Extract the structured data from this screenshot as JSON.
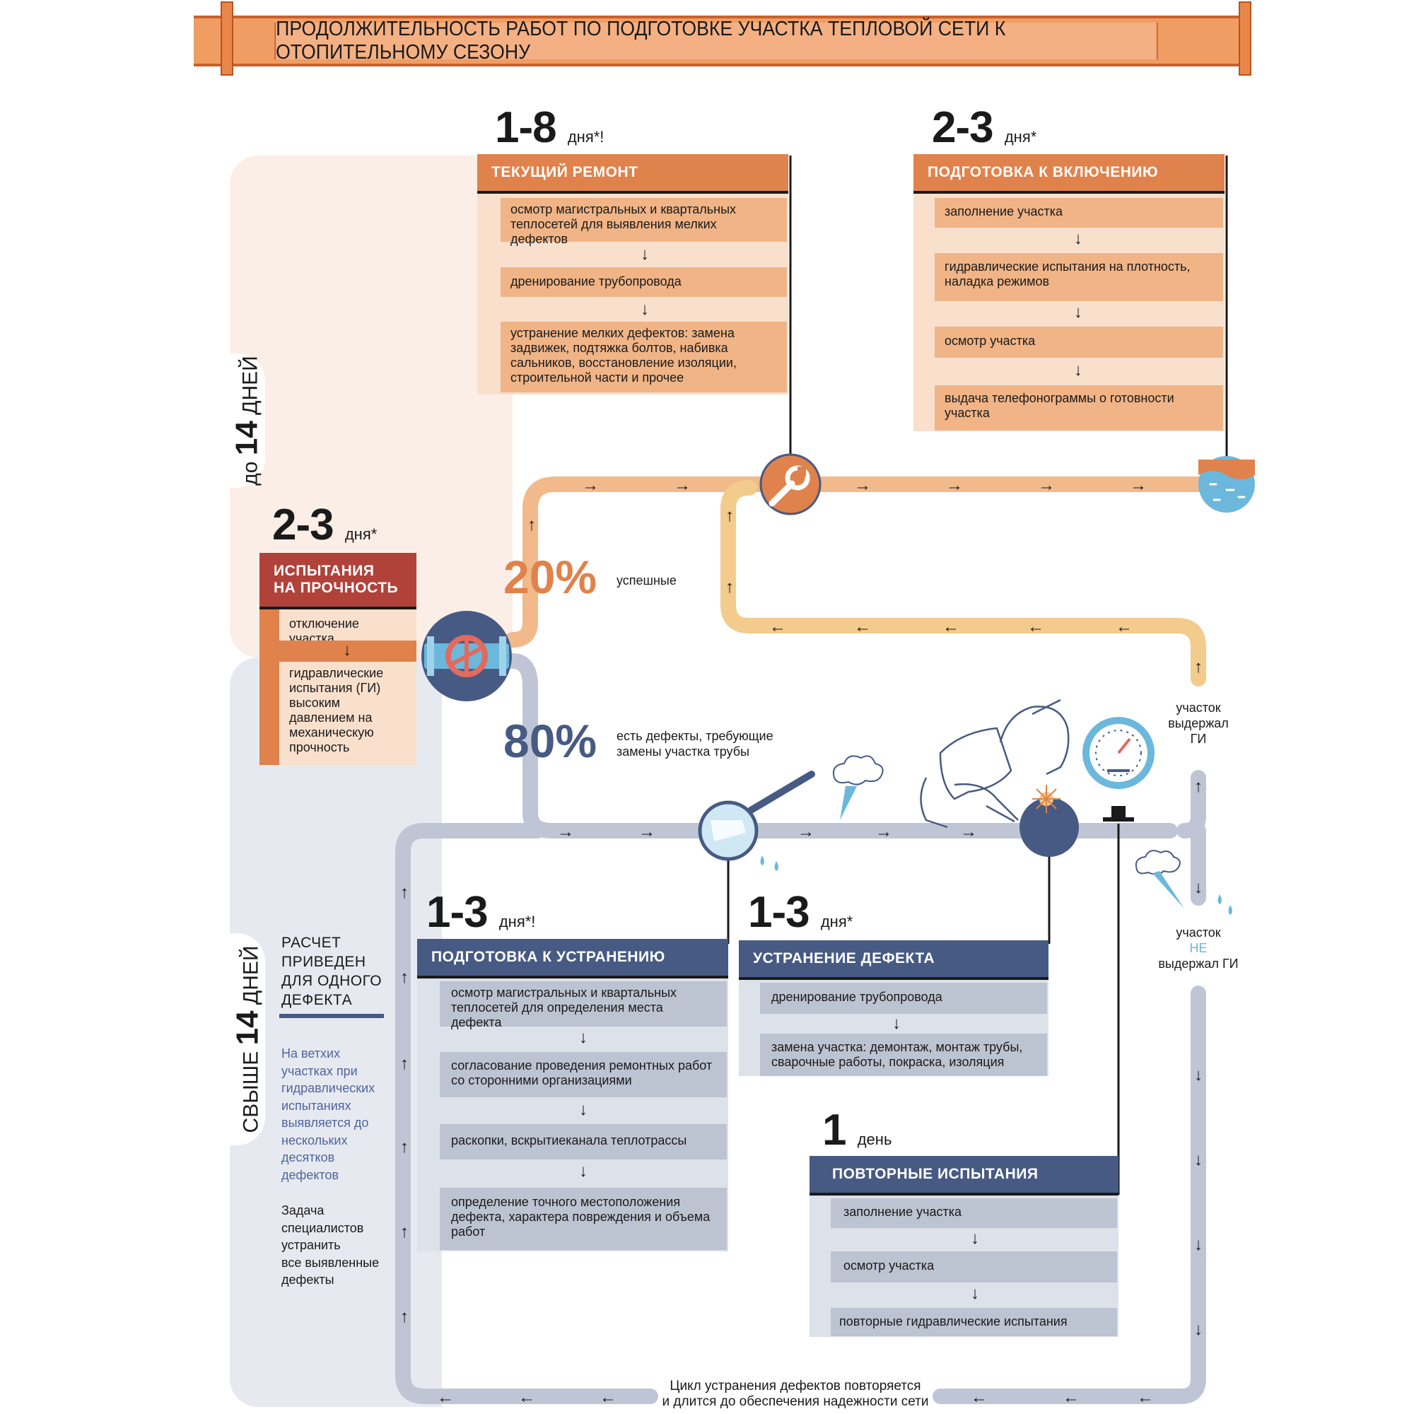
{
  "title": "ПРОДОЛЖИТЕЛЬНОСТЬ РАБОТ ПО ПОДГОТОВКЕ УЧАСТКА ТЕПЛОВОЙ СЕТИ К ОТОПИТЕЛЬНОМУ СЕЗОНУ",
  "zones": {
    "top": {
      "prefix": "до",
      "num": "14",
      "suffix": "ДНЕЙ"
    },
    "bottom": {
      "prefix": "СВЫШЕ",
      "num": "14",
      "suffix": "ДНЕЙ"
    }
  },
  "tekushchiy": {
    "duration_num": "1-8",
    "duration_unit": "дня*!",
    "header": "ТЕКУЩИЙ РЕМОНТ",
    "steps": [
      "осмотр магистральных и квартальных теплосетей для выявления мелких дефектов",
      "дренирование трубопровода",
      "устранение мелких дефектов: замена задвижек, подтяжка болтов, набивка сальников, восстановление изоляции, строительной части и прочее"
    ]
  },
  "podgotovka_vkl": {
    "duration_num": "2-3",
    "duration_unit": "дня*",
    "header": "ПОДГОТОВКА К ВКЛЮЧЕНИЮ",
    "steps": [
      "заполнение участка",
      "гидравлические испытания на плотность, наладка режимов",
      "осмотр участка",
      "выдача телефонограммы о готовности участка"
    ]
  },
  "ispytaniya": {
    "duration_num": "2-3",
    "duration_unit": "дня*",
    "header_line1": "ИСПЫТАНИЯ",
    "header_line2": "НА ПРОЧНОСТЬ",
    "steps": [
      "отключение участка",
      "гидравлические испытания (ГИ) высоким давлением на механическую прочность"
    ]
  },
  "outcome_success": {
    "percent": "20%",
    "label": "успешные",
    "value": 20
  },
  "outcome_defects": {
    "percent": "80%",
    "label_line1": "есть дефекты, требующие",
    "label_line2": "замены участка трубы",
    "value": 80
  },
  "podgotovka_ustr": {
    "duration_num": "1-3",
    "duration_unit": "дня*!",
    "header": "ПОДГОТОВКА К УСТРАНЕНИЮ",
    "steps": [
      "осмотр магистральных и квартальных теплосетей для определения места дефекта",
      "согласование проведения ремонтных работ со сторонними организациями",
      "раскопки, вскрытиеканала теплотрассы",
      "определение точного местоположения дефекта, характера повреждения и объема работ"
    ]
  },
  "ustranenie": {
    "duration_num": "1-3",
    "duration_unit": "дня*",
    "header": "УСТРАНЕНИЕ ДЕФЕКТА",
    "steps": [
      "дренирование трубопровода",
      "замена участка: демонтаж, монтаж трубы, сварочные работы, покраска, изоляция"
    ]
  },
  "povtornye": {
    "duration_num": "1",
    "duration_unit": "день",
    "header": "ПОВТОРНЫЕ ИСПЫТАНИЯ",
    "steps": [
      "заполнение участка",
      "осмотр участка",
      "повторные гидравлические испытания"
    ]
  },
  "passed": {
    "line1": "участок",
    "line2": "выдержал",
    "line3": "ГИ"
  },
  "failed": {
    "line1": "участок",
    "line2": "НЕ",
    "line3": "выдержал ГИ"
  },
  "side": {
    "heading": "РАСЧЕТ ПРИВЕДЕН ДЛЯ ОДНОГО ДЕФЕКТА",
    "heading_lines": [
      "РАСЧЕТ",
      "ПРИВЕДЕН",
      "ДЛЯ ОДНОГО",
      "ДЕФЕКТА"
    ],
    "blue_lines": [
      "На ветхих",
      "участках при",
      "гидравлических",
      "испытаниях",
      "выявляется до",
      "нескольких",
      "десятков",
      "дефектов"
    ],
    "black_lines": [
      "Задача",
      "специалистов",
      "устранить",
      "все выявленные",
      "дефекты"
    ]
  },
  "cycle_note": {
    "line1": "Цикл устранения дефектов повторяется",
    "line2": "и длится до обеспечения надежности сети"
  },
  "arrow_glyph": "↓",
  "colors": {
    "orange": "#e0824b",
    "light_orange": "#f0b486",
    "red": "#b1423a",
    "blue": "#475a84",
    "light_blue": "#bcc3d1",
    "pipe_orange": "#f2b98a",
    "pipe_yellow": "#f3cb8c",
    "pipe_gray": "#bfc5d4",
    "water": "#6bb8dc"
  },
  "icons": [
    "wrench-icon",
    "water-icon",
    "valve-icon",
    "magnifier-icon",
    "welder-icon",
    "pressure-gauge-icon",
    "steam-cloud-icon",
    "water-drops-icon"
  ]
}
